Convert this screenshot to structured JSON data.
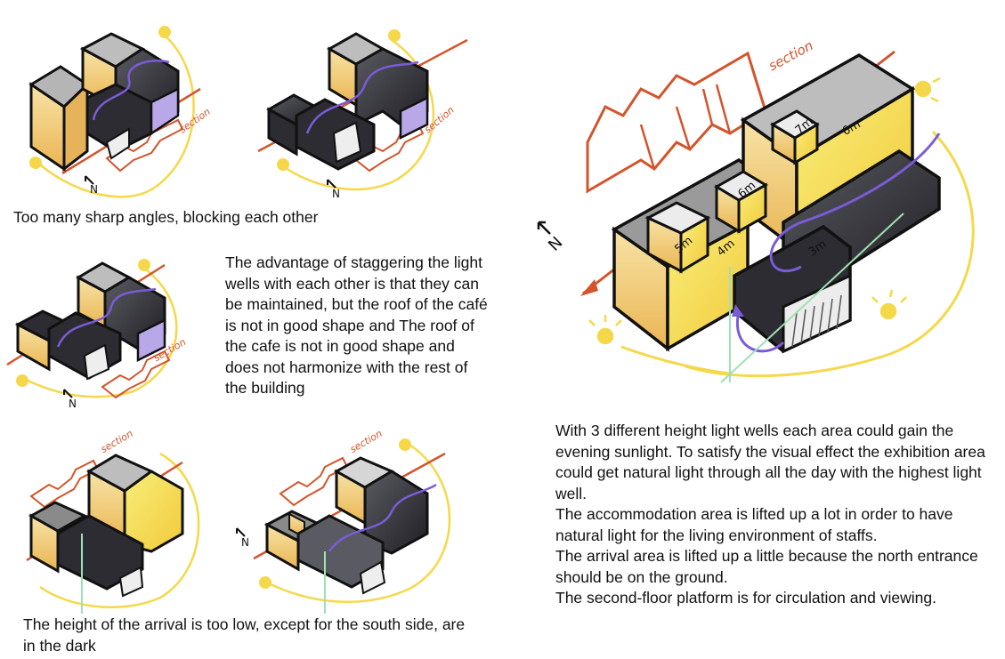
{
  "captions": {
    "c1": "Too many sharp angles, blocking each other",
    "c2": "The advantage of staggering the light wells with each other is that they can be maintained, but the roof of the café is not in good shape and The roof of the cafe is not in good shape and does not harmonize with the rest of the building",
    "c3": "The height of the arrival is too low, except for the south side, are in the dark",
    "c4": [
      "With 3 different height light wells each area could gain the evening sunlight. To satisfy the visual effect the exhibition area could get natural light through all the day with the highest light well.",
      "The accommodation area is lifted up a lot in order to have natural light for the living environment of staffs.",
      "The arrival area is lifted up a little because the north entrance should be on the ground.",
      "The second-floor platform is for circulation and viewing."
    ]
  },
  "labels": {
    "section": "section",
    "north": "N",
    "h5": "5m",
    "h4": "4m",
    "h6a": "6m",
    "h7": "7m",
    "h6b": "6m",
    "h3": "3m"
  },
  "colors": {
    "sun_yellow": "#f5d84a",
    "section_red": "#d2552c",
    "circulation_purple": "#7a5cd6",
    "entrance_green": "#9fe0b4",
    "roof_grey": "#bdbdbd",
    "dark_volume": "#2c2c32",
    "warm_face": "#f0c86a"
  }
}
